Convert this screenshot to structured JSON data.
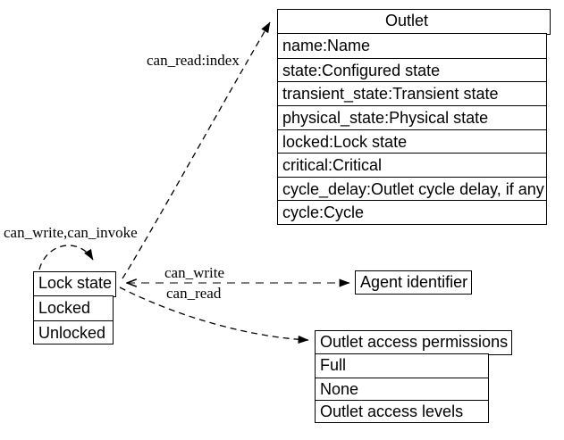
{
  "diagram": {
    "background": "#ffffff",
    "line_color": "#000000",
    "nodes": {
      "outlet": {
        "title": "Outlet",
        "rows": [
          "name:Name",
          "state:Configured state",
          "transient_state:Transient state",
          "physical_state:Physical state",
          "locked:Lock state",
          "critical:Critical",
          "cycle_delay:Outlet cycle delay, if any",
          "cycle:Cycle"
        ]
      },
      "lock_state": {
        "title": "Lock state",
        "rows": [
          "Locked",
          "Unlocked"
        ]
      },
      "agent_identifier": {
        "title": "Agent identifier"
      },
      "outlet_access_permissions": {
        "title": "Outlet access permissions",
        "rows": [
          "Full",
          "None",
          "Outlet access levels"
        ]
      }
    },
    "edge_labels": {
      "can_read_index": "can_read:index",
      "can_write_can_invoke": "can_write,can_invoke",
      "can_write": "can_write",
      "can_read": "can_read"
    }
  }
}
